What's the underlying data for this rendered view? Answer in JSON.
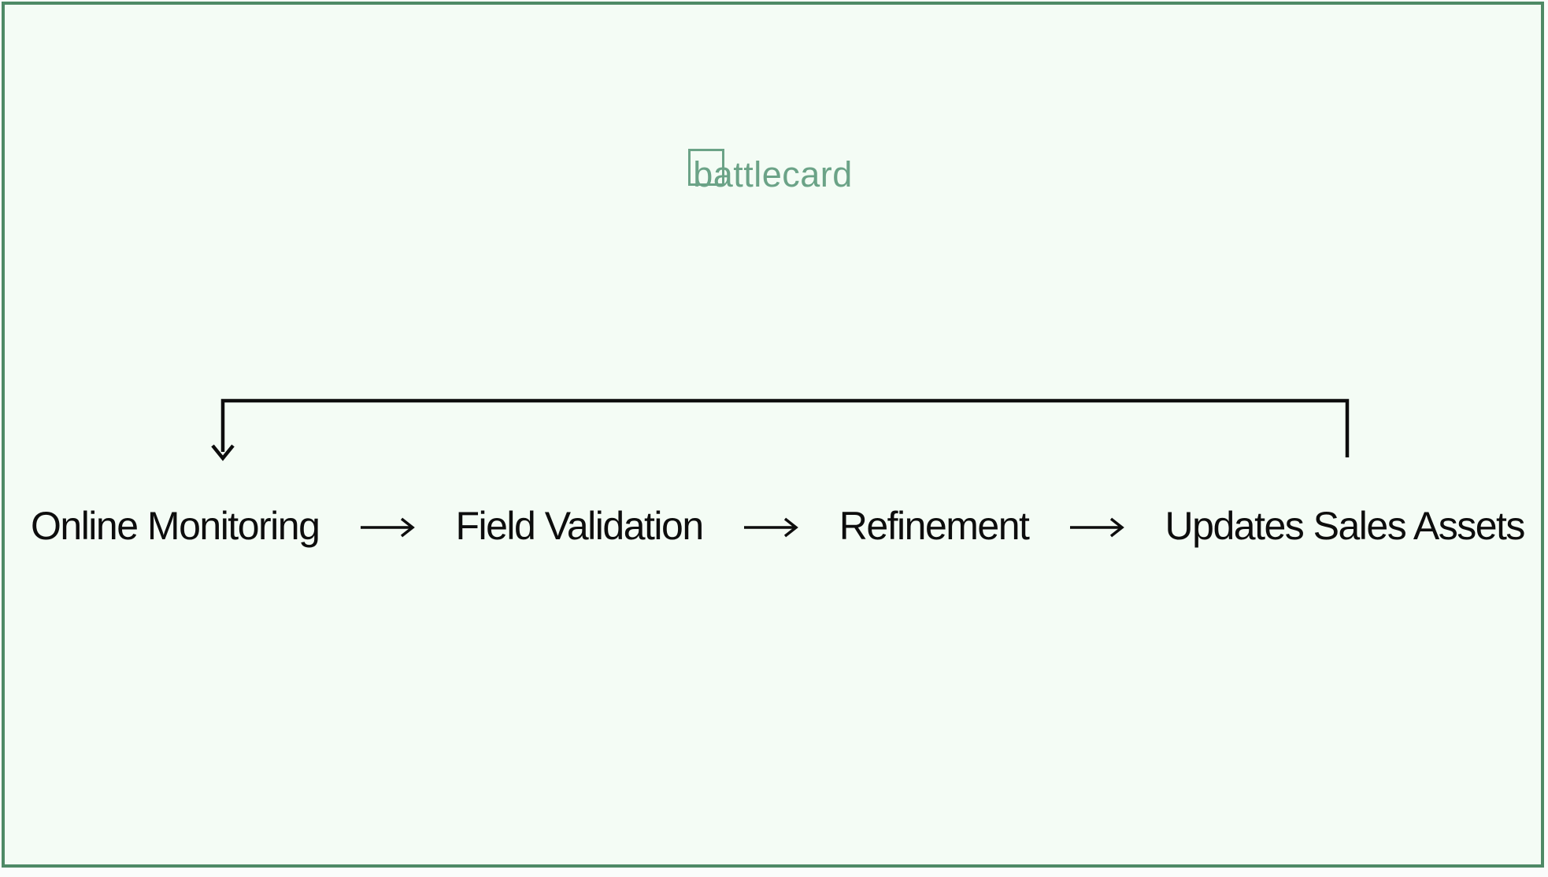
{
  "logo": {
    "text": "battlecard"
  },
  "flow": {
    "steps": [
      {
        "label": "Online Monitoring"
      },
      {
        "label": "Field Validation"
      },
      {
        "label": "Refinement"
      },
      {
        "label": "Updates Sales Assets"
      }
    ]
  },
  "colors": {
    "background": "#f4fcf5",
    "frame_border": "#4e8a66",
    "logo_green": "#6ba387",
    "text": "#0d0d0d",
    "arrow": "#0d0d0d"
  }
}
